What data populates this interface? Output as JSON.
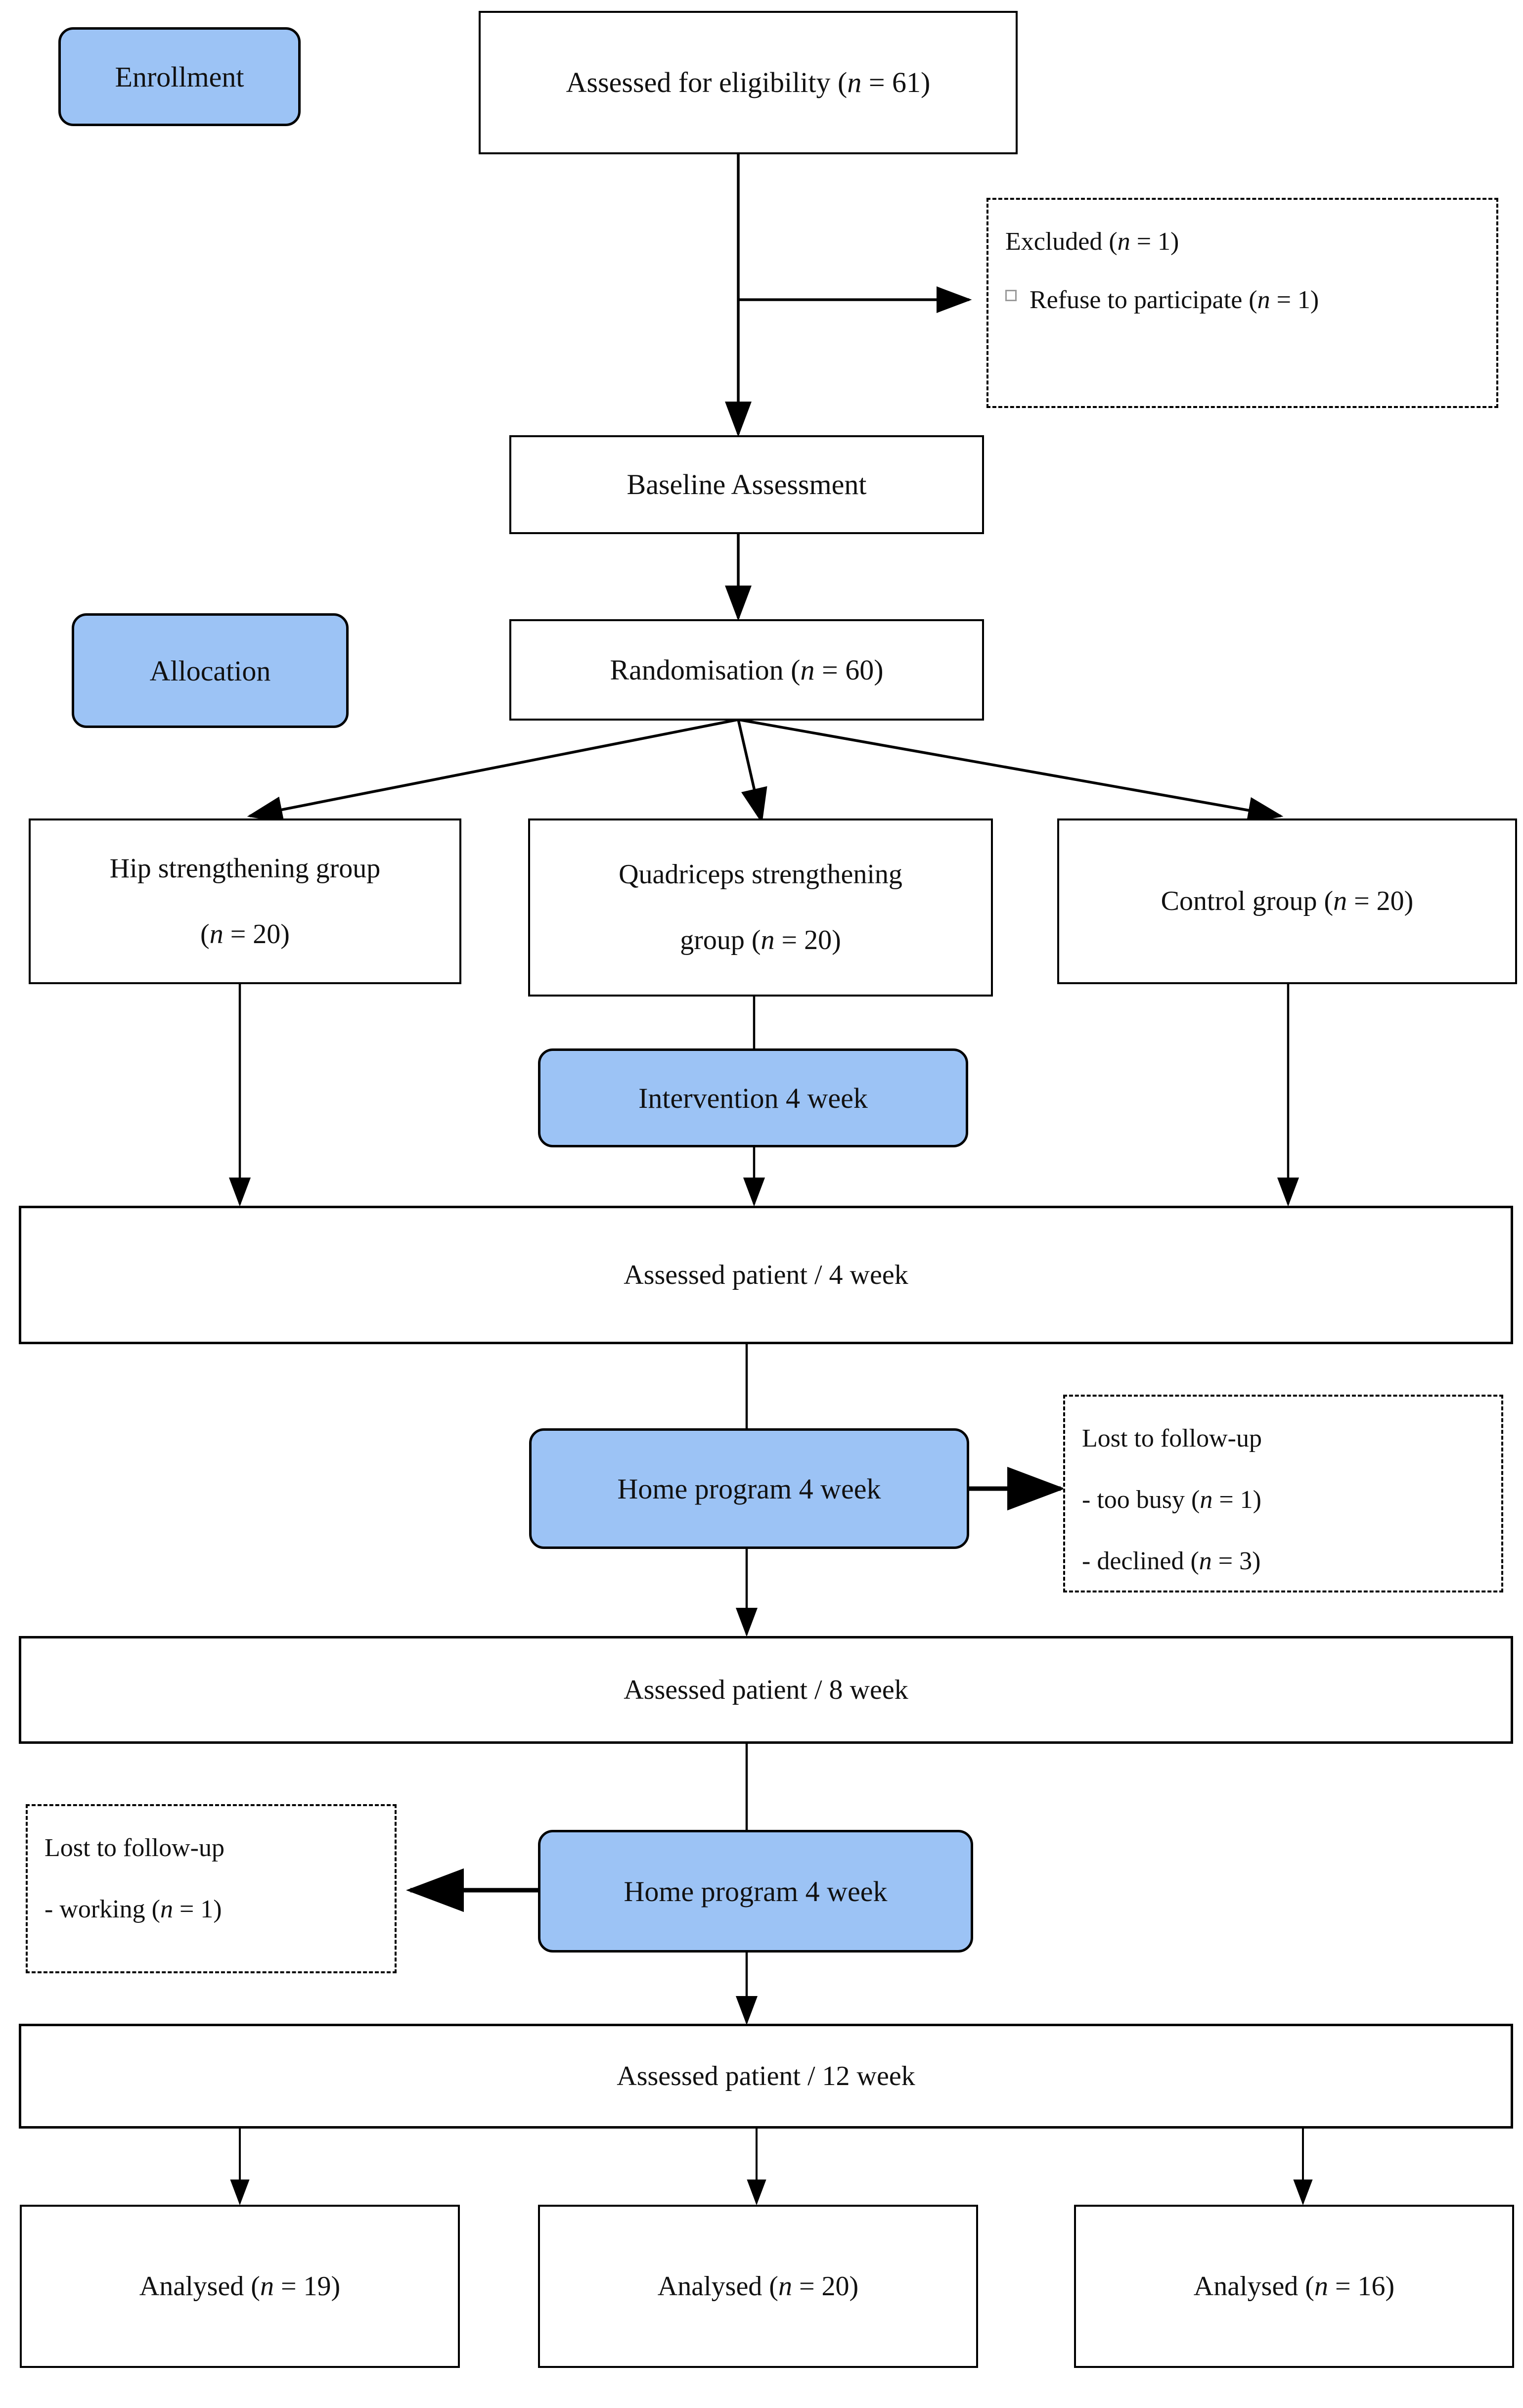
{
  "diagram": {
    "type": "CONSORT participant flow diagram",
    "accent_blue": "#9CC3F5",
    "line_color": "#000000",
    "box_fill": "#FFFFFF"
  },
  "stage_labels": {
    "enrollment": "Enrollment",
    "allocation": "Allocation",
    "intervention": "Intervention 4 week",
    "home_program_1": "Home program 4 week",
    "home_program_2": "Home program 4 week"
  },
  "nodes": {
    "eligibility": "Assessed for eligibility (n = 61)",
    "baseline": "Baseline Assessment",
    "randomisation": "Randomisation (n = 60)",
    "group_hip_line1": "Hip strengthening group",
    "group_hip_line2": "(n = 20)",
    "group_quad_line1": "Quadriceps strengthening",
    "group_quad_line2": "group (n = 20)",
    "group_control": "Control group (n = 20)",
    "assessed_4week": "Assessed patient / 4 week",
    "assessed_8week": "Assessed patient / 8 week",
    "assessed_12week": "Assessed patient / 12 week",
    "analysed_hip": "Analysed (n = 19)",
    "analysed_quad": "Analysed (n = 20)",
    "analysed_control": "Analysed (n = 16)"
  },
  "excluded_box": {
    "title": "Excluded (n = 1)",
    "bullet_marker": "square-bullet",
    "items": [
      "Refuse to participate (n = 1)"
    ]
  },
  "lost_followup_1": {
    "title": "Lost to follow-up",
    "items": [
      "- too busy (n = 1)",
      "- declined (n = 3)"
    ]
  },
  "lost_followup_2": {
    "title": "Lost to follow-up",
    "items": [
      "- working (n = 1)"
    ]
  },
  "counts": {
    "assessed_for_eligibility": 61,
    "excluded": 1,
    "refuse_to_participate": 1,
    "randomised": 60,
    "hip_group": 20,
    "quadriceps_group": 20,
    "control_group": 20,
    "lost_too_busy": 1,
    "lost_declined": 3,
    "lost_working": 1,
    "analysed_hip": 19,
    "analysed_quadriceps": 20,
    "analysed_control": 16
  }
}
